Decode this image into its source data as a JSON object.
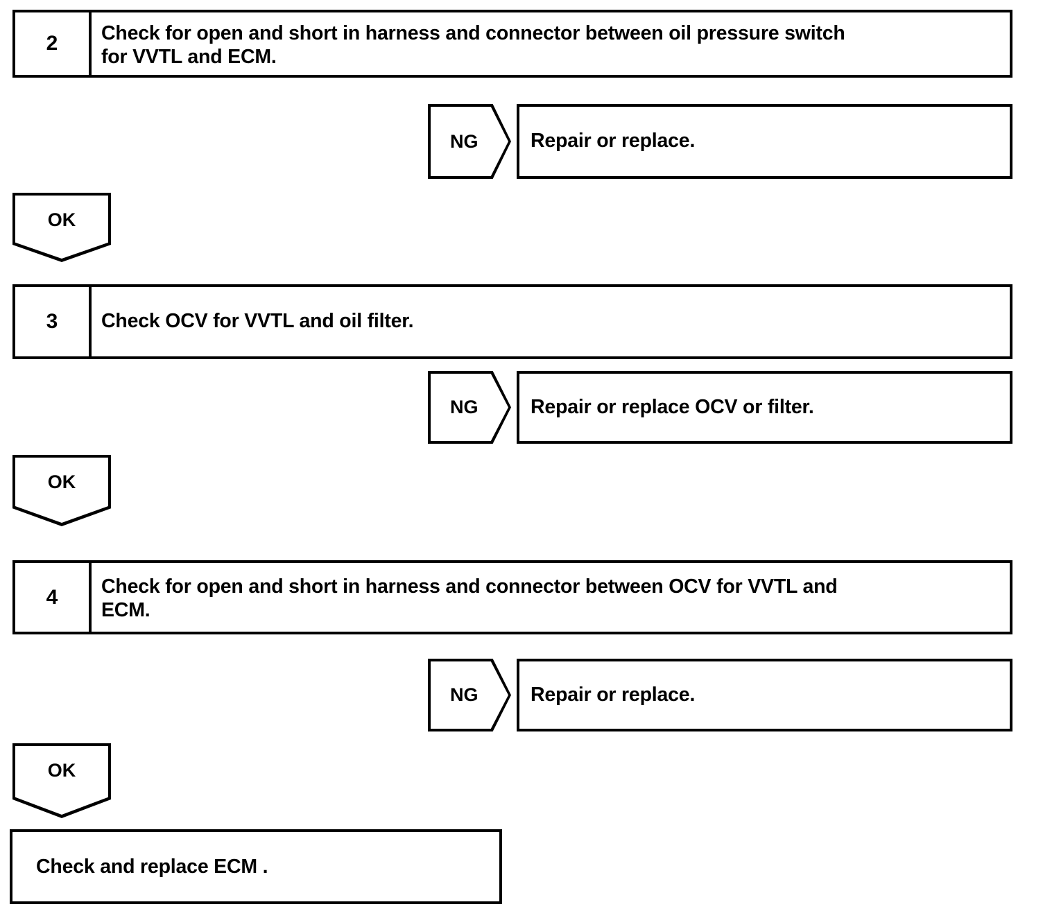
{
  "diagram": {
    "type": "troubleshooting-flowchart",
    "title": "",
    "ink_color": "#000000",
    "background_color": "#ffffff",
    "branch_labels": {
      "fail": "NG",
      "pass": "OK"
    },
    "steps": [
      {
        "number": "2",
        "instruction": "Check for open and short in harness and connector between oil pressure switch\nfor VVTL and ECM.",
        "ng_label": "NG",
        "ng_result": "Repair or replace.",
        "ok_label": "OK"
      },
      {
        "number": "3",
        "instruction": "Check OCV for VVTL and oil filter.",
        "ng_label": "NG",
        "ng_result": "Repair or replace OCV or filter.",
        "ok_label": "OK"
      },
      {
        "number": "4",
        "instruction": "Check for open and short in harness and connector between OCV for VVTL and\nECM.",
        "ng_label": "NG",
        "ng_result": "Repair or replace.",
        "ok_label": "OK"
      }
    ],
    "final": {
      "text": "Check and replace ECM ."
    }
  }
}
